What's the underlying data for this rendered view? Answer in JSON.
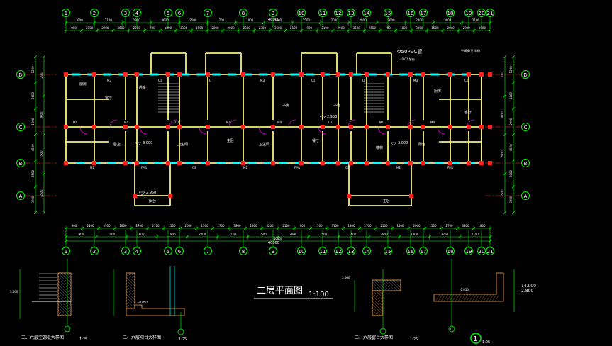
{
  "drawing": {
    "title": "二层平面图",
    "scale": "1:100",
    "total_dim": "46000",
    "note_pipe": "Φ50PVC管",
    "note_small": "i=0.01 坡向",
    "note_right": "空调板(见详图)",
    "grid_cols": [
      "1",
      "2",
      "3",
      "4",
      "5",
      "6",
      "7",
      "8",
      "9",
      "10",
      "11",
      "12",
      "13",
      "14",
      "15",
      "16",
      "17",
      "18",
      "19",
      "20",
      "21"
    ],
    "grid_rows": [
      "D",
      "C",
      "B",
      "A"
    ],
    "top_dims": [
      "900",
      "2100",
      "2900",
      "3600",
      "2500",
      "700",
      "1800",
      "3300",
      "1500",
      "2000",
      "2900",
      "2000",
      "2300",
      "3600",
      "2100"
    ],
    "bottom_dims": [
      "900",
      "2100",
      "3100",
      "1800",
      "2700",
      "2100",
      "1500",
      "2000",
      "1500",
      "2700",
      "3800",
      "1800",
      "3200",
      "2100"
    ],
    "left_dims": [
      "1200",
      "3600",
      "1500",
      "4500",
      "2500",
      "3900"
    ],
    "right_dims": [
      "1200",
      "3800",
      "2900",
      "4500",
      "2000",
      "3900"
    ],
    "room_labels": [
      "厨房",
      "客厅",
      "卧室",
      "卫生间",
      "阳台",
      "主卧",
      "书房",
      "餐厅",
      "楼梯"
    ],
    "door_tags": [
      "M1",
      "M2",
      "M3",
      "M4",
      "FM1",
      "C1",
      "C2",
      "C3",
      "LJ"
    ],
    "level_marks": [
      "3.000",
      "2.950",
      "3.000",
      "2.950"
    ],
    "detail1_title": "二、六层空调板大样图",
    "detail1_scale": "1:25",
    "detail2_title": "二、六层阳台大样图",
    "detail2_scale": "1:25",
    "detail3_title": "二、六层窗台大样图",
    "detail3_scale": "1:25",
    "detail4_title": "1",
    "detail4_scale": "1:25",
    "detail4_grid": "D",
    "detail_levels": [
      "3.000",
      "-0.050",
      "14.000",
      "2.800"
    ],
    "colors": {
      "background": "#000000",
      "wall": "#f5f07a",
      "dim_line": "#00ff00",
      "grid_line": "#ff3030",
      "column": "#ff2020",
      "window": "#00ffff",
      "text": "#ffffff",
      "door": "#ff00ff",
      "hatch": "#ffaa55"
    }
  }
}
